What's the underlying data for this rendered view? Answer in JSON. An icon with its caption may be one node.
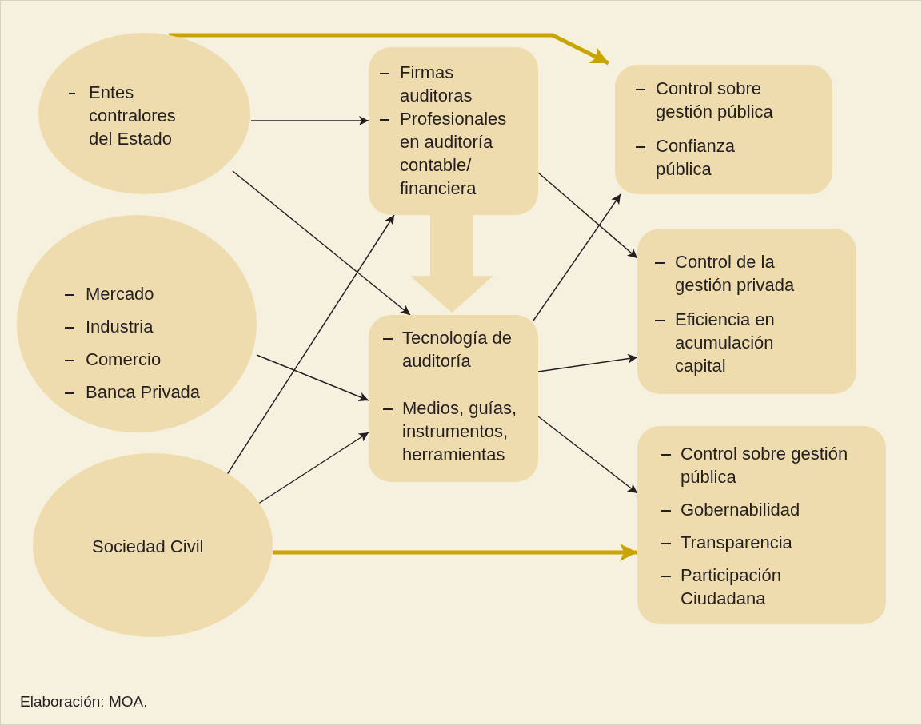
{
  "diagram": {
    "caption": "Elaboración: MOA.",
    "nodes": [
      {
        "text": [
          "Entes contralores del Estado"
        ]
      },
      {
        "text": [
          "Mercado",
          "Industria",
          "Comercio",
          "Banca Privada"
        ]
      },
      {
        "text": [
          "Sociedad Civil"
        ]
      },
      {
        "text": [
          "Firmas auditoras",
          "Profesionales en auditoría contable/ financiera"
        ]
      },
      {
        "text": [
          "Tecnología de auditoría",
          "Medios, guías, instrumentos, herramientas"
        ]
      },
      {
        "text": [
          "Control sobre gestión pública",
          "Confianza pública"
        ]
      },
      {
        "text": [
          "Control de la gestión privada",
          "Eficiencia en acumulación capital"
        ]
      },
      {
        "text": [
          "Control sobre gestión pública",
          "Gobernabilidad",
          "Transparencia",
          "Participación Ciudadana"
        ]
      }
    ],
    "edges": [
      {
        "from": 0,
        "to": 5,
        "arrow": "to",
        "style": "thick",
        "color": "#c9a400"
      },
      {
        "from": 0,
        "to": 3,
        "arrow": "to"
      },
      {
        "from": 0,
        "to": 4,
        "arrow": "to"
      },
      {
        "from": 1,
        "to": 4,
        "arrow": "to"
      },
      {
        "from": 2,
        "to": 3,
        "arrow": "to"
      },
      {
        "from": 2,
        "to": 4,
        "arrow": "to"
      },
      {
        "from": 2,
        "to": 7,
        "arrow": "to",
        "style": "thick",
        "color": "#c9a400"
      },
      {
        "from": 3,
        "to": 6,
        "arrow": "to"
      },
      {
        "from": 4,
        "to": 5,
        "arrow": "to"
      },
      {
        "from": 4,
        "to": 6,
        "arrow": "to"
      },
      {
        "from": 4,
        "to": 7,
        "arrow": "to"
      },
      {
        "from": 3,
        "to": 4,
        "arrow": "to",
        "style": "thick",
        "color": "#eedcae"
      }
    ]
  }
}
